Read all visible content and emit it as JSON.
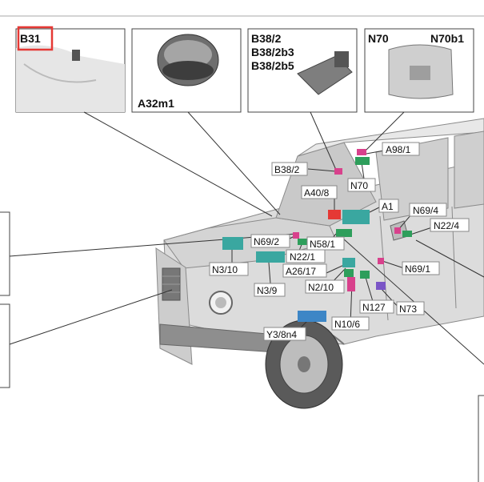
{
  "insets": {
    "b31": {
      "label": "B31"
    },
    "a32m1": {
      "label": "A32m1"
    },
    "b38": {
      "line1": "B38/2",
      "line2": "B38/2b3",
      "line3": "B38/2b5"
    },
    "n70": {
      "left": "N70",
      "right": "N70b1"
    }
  },
  "callouts": [
    "A98/1",
    "B38/2",
    "N70",
    "A40/8",
    "A1",
    "N69/4",
    "N22/4",
    "N69/2",
    "N58/1",
    "N3/10",
    "N22/1",
    "A26/17",
    "N3/9",
    "N69/1",
    "N2/10",
    "N127",
    "N73",
    "N10/6",
    "Y3/8n4"
  ],
  "colors": {
    "highlight": "#e53935",
    "module_teal": "#3aa7a0",
    "module_blue": "#3d86c6",
    "module_magenta": "#d8418c",
    "module_green": "#2e9e5b",
    "body": "#e4e4e4"
  }
}
